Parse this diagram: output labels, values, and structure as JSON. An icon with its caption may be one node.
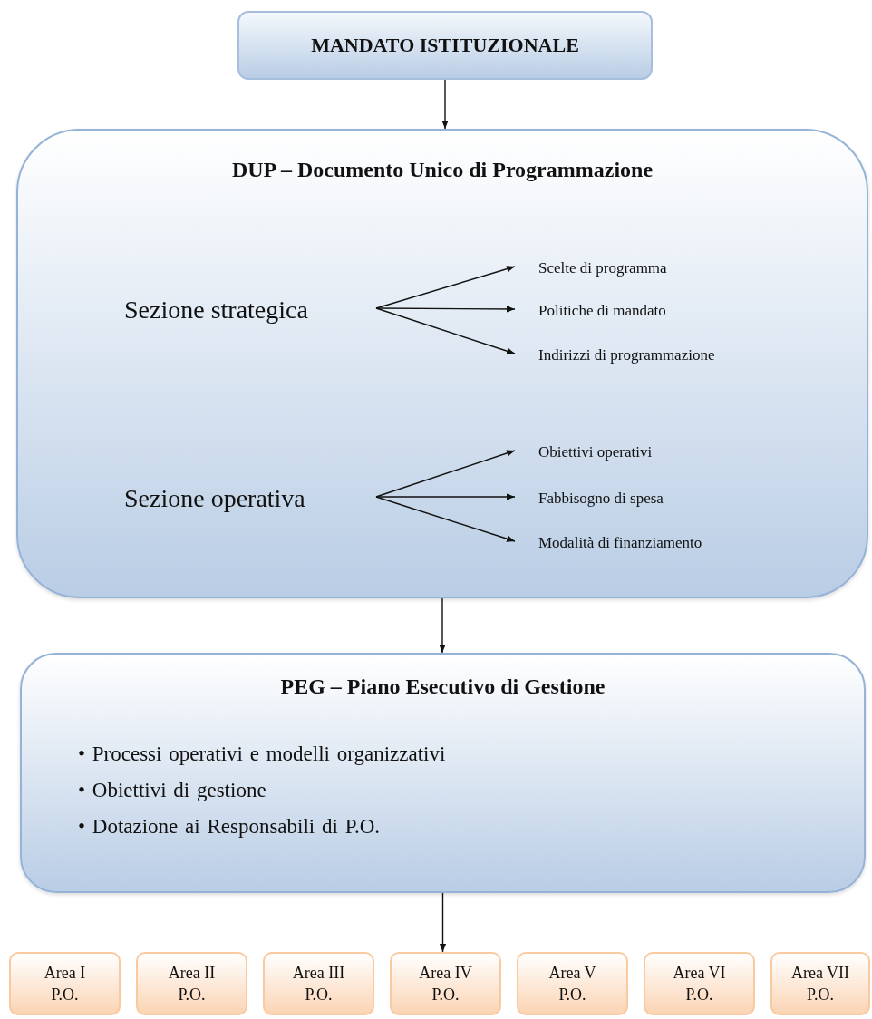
{
  "diagram": {
    "nodes": [
      {
        "text": [
          "MANDATO ISTITUZIONALE"
        ]
      },
      {
        "text": [
          "DUP – Documento Unico di Programmazione"
        ]
      },
      {
        "text": [
          "Sezione strategica"
        ],
        "in": 1
      },
      {
        "text": [
          "Scelte di programma"
        ],
        "in": 1
      },
      {
        "text": [
          "Politiche di mandato"
        ],
        "in": 1
      },
      {
        "text": [
          "Indirizzi di programmazione"
        ],
        "in": 1
      },
      {
        "text": [
          "Sezione operativa"
        ],
        "in": 1
      },
      {
        "text": [
          "Obiettivi operativi"
        ],
        "in": 1
      },
      {
        "text": [
          "Fabbisogno di spesa"
        ],
        "in": 1
      },
      {
        "text": [
          "Modalità di finanziamento"
        ],
        "in": 1
      },
      {
        "text": [
          "PEG – Piano Esecutivo di Gestione",
          "• Processi operativi e modelli organizzativi",
          "• Obiettivi di gestione",
          "• Dotazione ai Responsabili di P.O."
        ]
      },
      {
        "text": [
          "Area I",
          "P.O."
        ]
      },
      {
        "text": [
          "Area II",
          "P.O."
        ]
      },
      {
        "text": [
          "Area III",
          "P.O."
        ]
      },
      {
        "text": [
          "Area IV",
          "P.O."
        ]
      },
      {
        "text": [
          "Area V",
          "P.O."
        ]
      },
      {
        "text": [
          "Area VI",
          "P.O."
        ]
      },
      {
        "text": [
          "Area VII",
          "P.O."
        ]
      }
    ],
    "edges": [
      {
        "from": 0,
        "to": 1,
        "arrow": "to"
      },
      {
        "from": 2,
        "to": 3,
        "arrow": "to"
      },
      {
        "from": 2,
        "to": 4,
        "arrow": "to"
      },
      {
        "from": 2,
        "to": 5,
        "arrow": "to"
      },
      {
        "from": 6,
        "to": 7,
        "arrow": "to"
      },
      {
        "from": 6,
        "to": 8,
        "arrow": "to"
      },
      {
        "from": 6,
        "to": 9,
        "arrow": "to"
      },
      {
        "from": 1,
        "to": 10,
        "arrow": "to"
      },
      {
        "from": 10,
        "to": 14,
        "arrow": "to"
      }
    ]
  }
}
